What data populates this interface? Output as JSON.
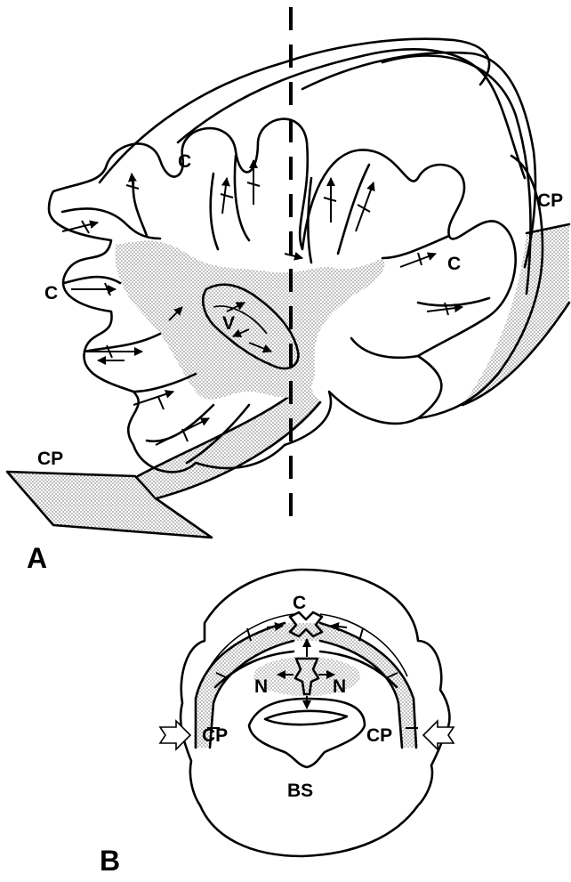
{
  "panels": {
    "a": {
      "label": "A",
      "tags": {
        "c_top": "C",
        "c_left": "C",
        "c_right": "C",
        "v": "V",
        "cp_left": "CP",
        "cp_right": "CP"
      }
    },
    "b": {
      "label": "B",
      "tags": {
        "c": "C",
        "n_left": "N",
        "n_right": "N",
        "cp_left": "CP",
        "cp_right": "CP",
        "bs": "BS"
      }
    }
  },
  "colors": {
    "ink": "#000000",
    "paper": "#ffffff",
    "stipple": "#8a8a8a"
  }
}
